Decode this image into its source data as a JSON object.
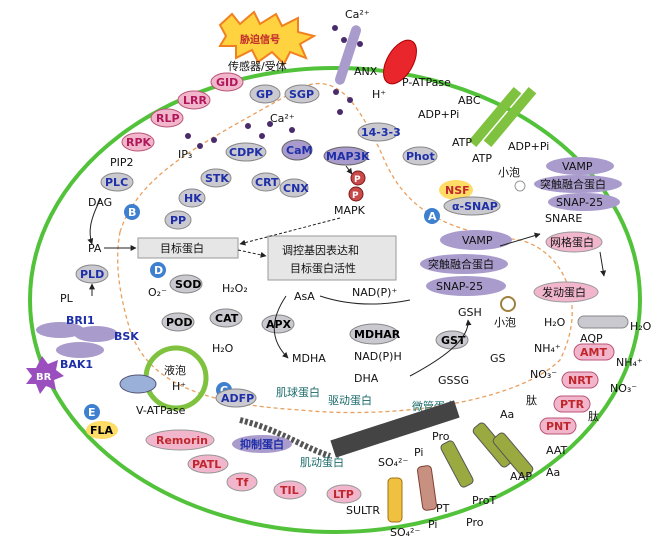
{
  "colors": {
    "membrane": "#52c23a",
    "inner_dash": "#e8a060",
    "gray_oval": "#c9c9cf",
    "purple_oval": "#a99ccc",
    "pink_oval": "#f2b6cc",
    "red_text": "#c0272d",
    "blue_text": "#1f2fa8",
    "circle_marker": "#3f7fd0"
  },
  "icons": [
    "star-burst-icon",
    "channel-icon",
    "helix-icon",
    "dot-icon",
    "circle-letter-icon"
  ],
  "signal": {
    "stress": "胁迫信号",
    "sensor": "传感器/受体",
    "ca_top": "Ca²⁺"
  },
  "top": {
    "anx": "ANX",
    "patpase": "P-ATPase",
    "hplus": "H⁺",
    "adp_pi_1": "ADP+Pi",
    "abc": "ABC",
    "atp_1": "ATP",
    "atp_2": "ATP",
    "adp_pi_2": "ADP+Pi",
    "gid": "GID",
    "lrr": "LRR",
    "rlp": "RLP",
    "rpk": "RPK",
    "gp": "GP",
    "sgp": "SGP",
    "ca_mid": "Ca²⁺",
    "cdpk": "CDPK",
    "cam": "CaM",
    "map3k": "MAP3K",
    "p14": "14-3-3",
    "phot": "Phot",
    "stk": "STK",
    "crt": "CRT",
    "cnx": "CNX",
    "hk": "HK",
    "pp": "PP",
    "p1": "P",
    "p2": "P",
    "mapk": "MAPK",
    "ip3": "IP₃",
    "pip2": "PIP2",
    "plc": "PLC",
    "dag": "DAG",
    "pa": "PA",
    "pld": "PLD",
    "pl": "PL",
    "target": "目标蛋白",
    "regulate_1": "调控基因表达和",
    "regulate_2": "目标蛋白活性"
  },
  "snare": {
    "small_vesicle": "小泡",
    "vamp_1": "VAMP",
    "synaptic_1": "突触融合蛋白",
    "snap25_1": "SNAP-25",
    "nsf": "NSF",
    "asnap": "α-SNAP",
    "snare": "SNARE",
    "vamp_2": "VAMP",
    "grid_protein": "网格蛋白",
    "synaptic_2": "突触融合蛋白",
    "snap25_2": "SNAP-25",
    "motor": "发动蛋白",
    "small_vesicle_2": "小泡"
  },
  "ros": {
    "o2": "O₂⁻",
    "sod": "SOD",
    "h2o2": "H₂O₂",
    "pod": "POD",
    "cat": "CAT",
    "apx": "APX",
    "h2o": "H₂O",
    "asa": "AsA",
    "nadp_plus": "NAD(P)⁺",
    "mdhar": "MDHAR",
    "nadph": "NAD(P)H",
    "mdha": "MDHA",
    "dha": "DHA",
    "gsh": "GSH",
    "gst": "GST",
    "gs": "GS",
    "gssg": "GSSG"
  },
  "left": {
    "bri1": "BRI1",
    "bsk": "BSK",
    "bak1": "BAK1",
    "br": "BR"
  },
  "bottom": {
    "vacuole": "液泡",
    "hplus_v": "H⁺",
    "vatpase": "V-ATPase",
    "adfp": "ADFP",
    "myosin": "肌球蛋白",
    "dynein": "驱动蛋白",
    "microtubule": "微管蛋白",
    "actin_inhibit": "抑制蛋白",
    "actin": "肌动蛋白",
    "fla": "FLA",
    "remorin": "Remorin",
    "patl": "PATL",
    "tf": "Tf",
    "til": "TIL",
    "ltp": "LTP",
    "so4_in": "SO₄²⁻",
    "pi_in": "Pi",
    "pro_in": "Pro",
    "aa_in": "Aa",
    "sultr": "SULTR",
    "so4_out": "SO₄²⁻",
    "pt": "PT",
    "pi_out": "Pi",
    "prot": "ProT",
    "pro_out": "Pro",
    "aap": "AAP",
    "aat": "AAT",
    "aa_out": "Aa"
  },
  "right": {
    "h2o_in": "H₂O",
    "aqp": "AQP",
    "h2o_out": "H₂O",
    "nh4_in": "NH₄⁺",
    "amt": "AMT",
    "nh4_out": "NH₄⁺",
    "no3_in": "NO₃⁻",
    "nrt": "NRT",
    "no3_out": "NO₃⁻",
    "pep_in": "肽",
    "ptr": "PTR",
    "pnt": "PNT",
    "pep_out": "肽"
  },
  "markers": {
    "a": "A",
    "b": "B",
    "c": "C",
    "d": "D",
    "e": "E"
  }
}
